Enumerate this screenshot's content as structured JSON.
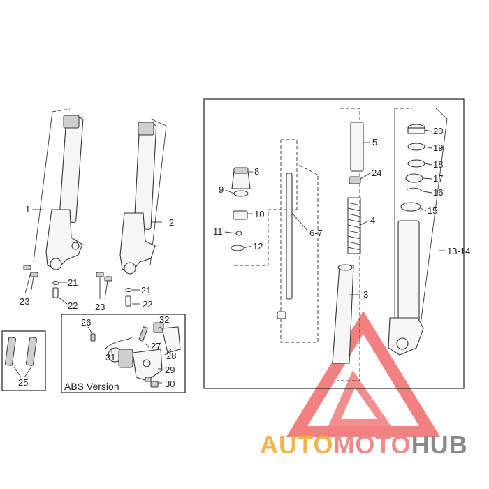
{
  "diagram": {
    "labels": {
      "p1": "1",
      "p2": "2",
      "p3": "3",
      "p4": "4",
      "p5": "5",
      "p6_7": "6-7",
      "p8": "8",
      "p9": "9",
      "p10": "10",
      "p11": "11",
      "p12": "12",
      "p13_14": "13-14",
      "p15": "15",
      "p16": "16",
      "p17": "17",
      "p18": "18",
      "p19": "19",
      "p20": "20",
      "p21a": "21",
      "p21b": "21",
      "p22a": "22",
      "p22b": "22",
      "p23a": "23",
      "p23b": "23",
      "p24": "24",
      "p25": "25",
      "p26": "26",
      "p27": "27",
      "p28": "28",
      "p29": "29",
      "p30": "30",
      "p31": "31",
      "p32": "32"
    },
    "abs_caption": "ABS Version"
  },
  "watermark": {
    "part1": "AUTO",
    "part2": "MOTO",
    "part3": "HUB",
    "colors": {
      "part1": "#f4b24a",
      "part2": "#f08a8a",
      "part3": "#8a8a8a",
      "triangle": "#f26b6b"
    }
  }
}
